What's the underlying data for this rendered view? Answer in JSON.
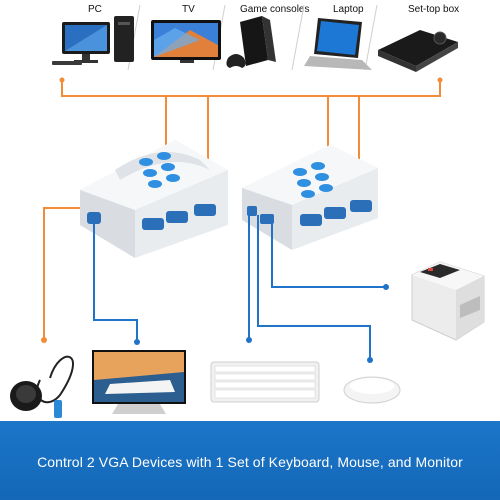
{
  "devices": [
    {
      "id": "pc",
      "label": "PC",
      "icon": "pc-icon"
    },
    {
      "id": "tv",
      "label": "TV",
      "icon": "tv-icon"
    },
    {
      "id": "game-consoles",
      "label": "Game consoles",
      "icon": "game-console-icon"
    },
    {
      "id": "laptop",
      "label": "Laptop",
      "icon": "laptop-icon"
    },
    {
      "id": "set-top-box",
      "label": "Set-top box",
      "icon": "set-top-box-icon"
    }
  ],
  "peripherals": [
    {
      "id": "button",
      "icon": "remote-button-icon"
    },
    {
      "id": "monitor",
      "icon": "monitor-icon"
    },
    {
      "id": "keyboard",
      "icon": "keyboard-icon"
    },
    {
      "id": "mouse",
      "icon": "mouse-icon"
    },
    {
      "id": "printer",
      "icon": "printer-icon"
    }
  ],
  "switches": [
    {
      "id": "switch-left",
      "icon": "vga-switch-icon"
    },
    {
      "id": "switch-right",
      "icon": "vga-switch-icon"
    }
  ],
  "colors": {
    "wire_orange": "#f28c38",
    "wire_blue": "#1f73c8",
    "banner": "#1a6fc4",
    "button_blue": "#2f8fe0"
  },
  "banner": {
    "text": "Control 2 VGA Devices with 1 Set of Keyboard, Mouse, and Monitor"
  }
}
